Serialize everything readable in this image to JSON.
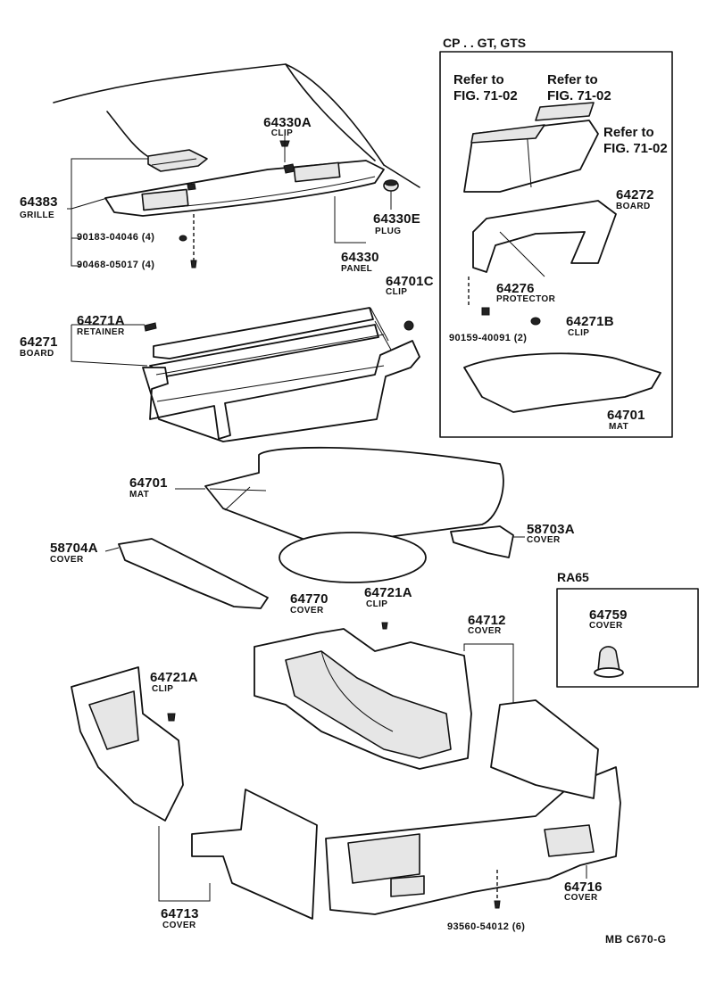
{
  "variant_gt": {
    "header": "CP . . GT, GTS",
    "refer1": [
      "Refer to",
      "FIG. 71-02"
    ],
    "refer2": [
      "Refer to",
      "FIG. 71-02"
    ],
    "refer3": [
      "Refer to",
      "FIG. 71-02"
    ],
    "p64272": {
      "num": "64272",
      "name": "BOARD"
    },
    "p64276": {
      "num": "64276",
      "name": "PROTECTOR"
    },
    "p90159": {
      "num": "90159-40091 (2)"
    },
    "p64271b": {
      "num": "64271B",
      "name": "CLIP"
    },
    "p64701b": {
      "num": "64701",
      "name": "MAT"
    }
  },
  "variant_ra65": {
    "header": "RA65",
    "p64759": {
      "num": "64759",
      "name": "COVER"
    }
  },
  "parts": {
    "p64330a": {
      "num": "64330A",
      "name": "CLIP"
    },
    "p64383": {
      "num": "64383",
      "name": "GRILLE"
    },
    "p90183": {
      "num": "90183-04046 (4)"
    },
    "p90468": {
      "num": "90468-05017 (4)"
    },
    "p64330e": {
      "num": "64330E",
      "name": "PLUG"
    },
    "p64330": {
      "num": "64330",
      "name": "PANEL"
    },
    "p64701c": {
      "num": "64701C",
      "name": "CLIP"
    },
    "p64271a": {
      "num": "64271A",
      "name": "RETAINER"
    },
    "p64271": {
      "num": "64271",
      "name": "BOARD"
    },
    "p64701": {
      "num": "64701",
      "name": "MAT"
    },
    "p58703a": {
      "num": "58703A",
      "name": "COVER"
    },
    "p58704a": {
      "num": "58704A",
      "name": "COVER"
    },
    "p64770": {
      "num": "64770",
      "name": "COVER"
    },
    "p64721a_top": {
      "num": "64721A",
      "name": "CLIP"
    },
    "p64712": {
      "num": "64712",
      "name": "COVER"
    },
    "p64721a_left": {
      "num": "64721A",
      "name": "CLIP"
    },
    "p64716": {
      "num": "64716",
      "name": "COVER"
    },
    "p64713": {
      "num": "64713",
      "name": "COVER"
    },
    "p93560": {
      "num": "93560-54012 (6)"
    }
  },
  "footer": "MB  C670-G"
}
